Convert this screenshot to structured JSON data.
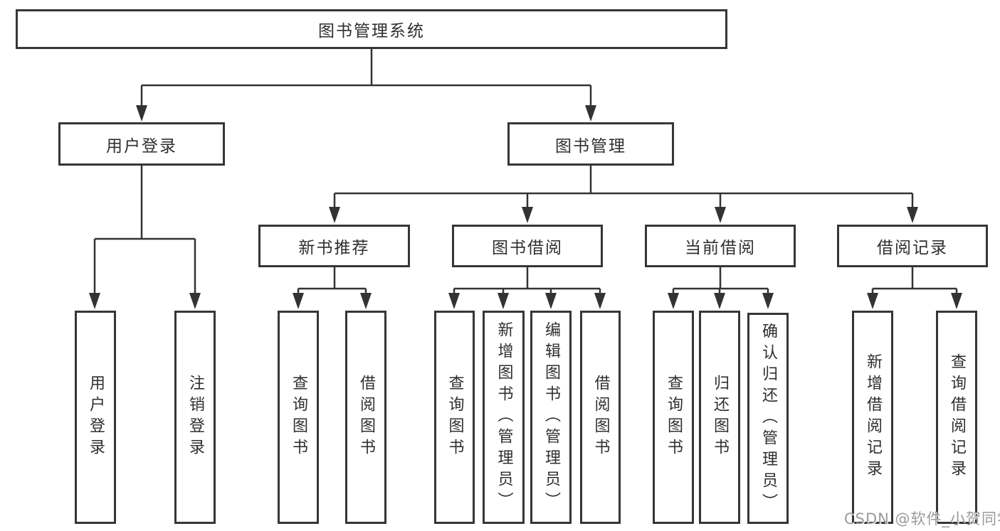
{
  "diagram": {
    "title": "图书管理系统",
    "root": {
      "label": "图书管理系统"
    },
    "level1": [
      {
        "label": "用户登录"
      },
      {
        "label": "图书管理"
      }
    ],
    "level2": [
      {
        "label": "新书推荐"
      },
      {
        "label": "图书借阅"
      },
      {
        "label": "当前借阅"
      },
      {
        "label": "借阅记录"
      }
    ],
    "leaves": {
      "login": [
        {
          "label": "用户登录"
        },
        {
          "label": "注销登录"
        }
      ],
      "recommend": [
        {
          "label": "查询图书"
        },
        {
          "label": "借阅图书"
        }
      ],
      "borrowing": [
        {
          "label": "查询图书"
        },
        {
          "label": "新增图书（管理员）"
        },
        {
          "label": "编辑图书（管理员）"
        },
        {
          "label": "借阅图书"
        }
      ],
      "current": [
        {
          "label": "查询图书"
        },
        {
          "label": "归还图书"
        },
        {
          "label": "确认归还（管理员）"
        }
      ],
      "records": [
        {
          "label": "新增借阅记录"
        },
        {
          "label": "查询借阅记录"
        }
      ]
    }
  },
  "watermark": {
    "text": "CSDN @软件_小贺同学",
    "color": "#9a9a9a"
  },
  "colors": {
    "line": "#333333",
    "box_border": "#363636",
    "text": "#2f2f2f",
    "background": "#ffffff"
  }
}
